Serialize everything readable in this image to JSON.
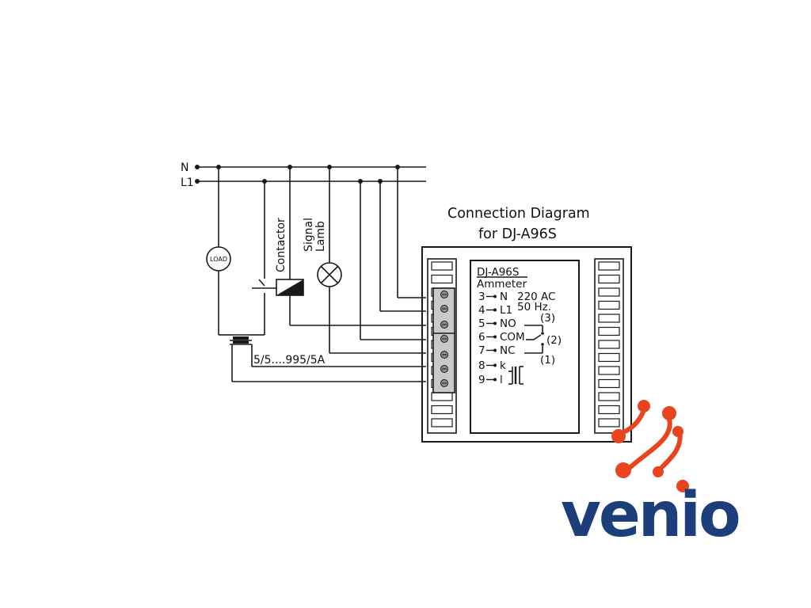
{
  "bus": {
    "neutral": "N",
    "line": "L1"
  },
  "components": {
    "load": "LOAD",
    "contactor": "Contactor",
    "signal_line1": "Signal",
    "signal_line2": "Lamb",
    "ct_ratio": "5/5....995/5A"
  },
  "title": {
    "line1": "Connection Diagram",
    "line2": "for DJ-A96S"
  },
  "device": {
    "model": "DJ-A96S",
    "type": "Ammeter",
    "supply": "220 AC",
    "frequency": "50 Hz.",
    "terminals": [
      {
        "num": "3",
        "name": "N"
      },
      {
        "num": "4",
        "name": "L1"
      },
      {
        "num": "5",
        "name": "NO"
      },
      {
        "num": "6",
        "name": "COM"
      },
      {
        "num": "7",
        "name": "NC"
      },
      {
        "num": "8",
        "name": "k"
      },
      {
        "num": "9",
        "name": "l"
      }
    ],
    "contact_marks": {
      "no": "(3)",
      "com": "(2)",
      "nc": "(1)"
    }
  },
  "logo": {
    "word": "venio",
    "word_color": "#1c3f7c",
    "mark_color": "#e8451f"
  }
}
